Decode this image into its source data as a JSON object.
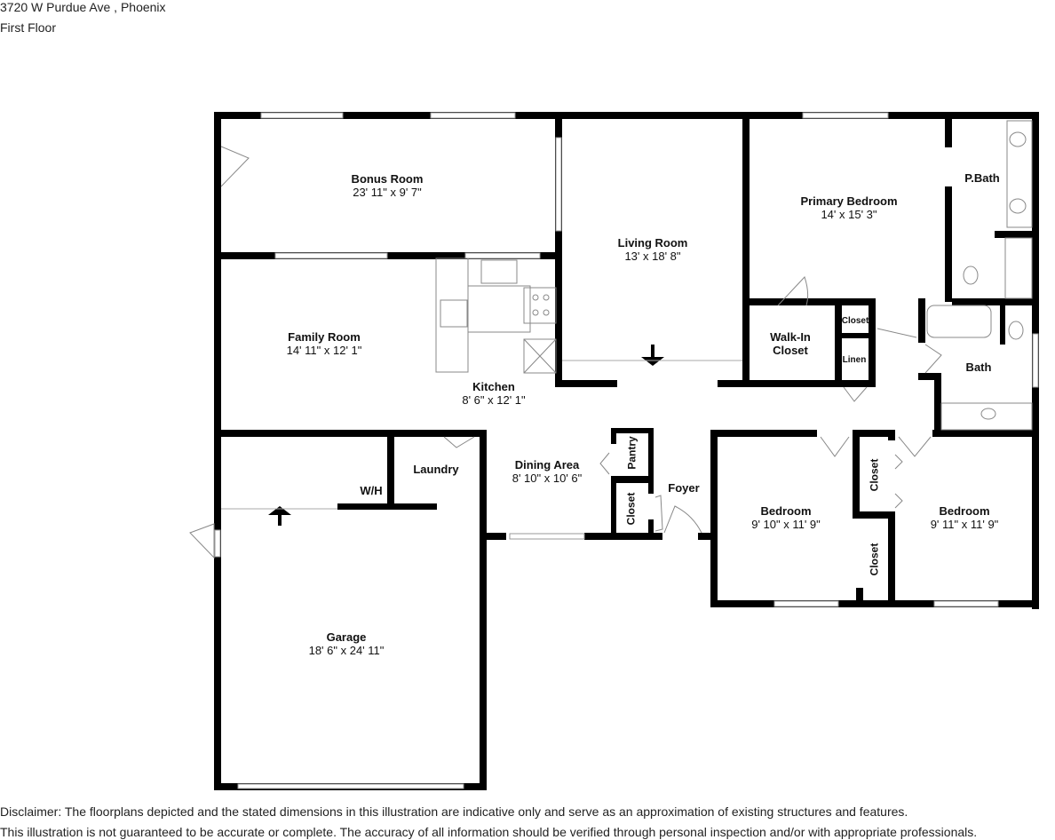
{
  "header": {
    "address": "3720 W Purdue Ave , Phoenix",
    "floor": "First Floor"
  },
  "rooms": {
    "bonus_room": {
      "name": "Bonus Room",
      "dims": "23' 11\" x 9' 7\""
    },
    "living_room": {
      "name": "Living Room",
      "dims": "13' x 18' 8\""
    },
    "primary_bedroom": {
      "name": "Primary Bedroom",
      "dims": "14' x 15' 3\""
    },
    "p_bath": {
      "name": "P.Bath"
    },
    "family_room": {
      "name": "Family Room",
      "dims": "14' 11\" x 12' 1\""
    },
    "kitchen": {
      "name": "Kitchen",
      "dims": "8' 6\" x 12' 1\""
    },
    "walk_in_closet": {
      "name": "Walk-In",
      "name2": "Closet"
    },
    "closet_hall": {
      "name": "Closet"
    },
    "linen": {
      "name": "Linen"
    },
    "bath": {
      "name": "Bath"
    },
    "laundry": {
      "name": "Laundry"
    },
    "wh": {
      "name": "W/H"
    },
    "dining_area": {
      "name": "Dining Area",
      "dims": "8' 10\" x 10' 6\""
    },
    "pantry": {
      "name": "Pantry"
    },
    "closet_foyer": {
      "name": "Closet"
    },
    "foyer": {
      "name": "Foyer"
    },
    "bedroom_1": {
      "name": "Bedroom",
      "dims": "9' 10\" x 11' 9\""
    },
    "bedroom_2": {
      "name": "Bedroom",
      "dims": "9' 11\" x 11' 9\""
    },
    "closet_bed_upper": {
      "name": "Closet"
    },
    "closet_bed_lower": {
      "name": "Closet"
    },
    "garage": {
      "name": "Garage",
      "dims": "18' 6\" x 24' 11\""
    }
  },
  "disclaimer": {
    "line1": "Disclaimer: The floorplans depicted and the stated dimensions in this illustration are indicative only and serve as an approximation of existing structures and features.",
    "line2": "This illustration is not guaranteed to be accurate or complete. The accuracy of all information should be verified through personal inspection and/or with appropriate professionals."
  },
  "colors": {
    "wall": "#000000",
    "window": "#ffffff",
    "fixture": "#888888",
    "background": "#ffffff"
  }
}
